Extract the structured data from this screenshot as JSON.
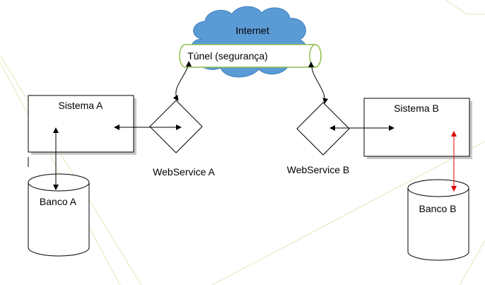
{
  "labels": {
    "internet": "Internet",
    "tunnel": "Túnel (segurança)",
    "sistema_a": "Sistema A",
    "sistema_b": "Sistema B",
    "webservice_a": "WebService A",
    "webservice_b": "WebService B",
    "banco_a": "Banco A",
    "banco_b": "Banco B"
  },
  "colors": {
    "cloud": "#5b9bd5",
    "tunnel_border": "#8fbf4d",
    "highlight_arrow": "#e00000",
    "deco_lines": "#e6ecc4"
  }
}
